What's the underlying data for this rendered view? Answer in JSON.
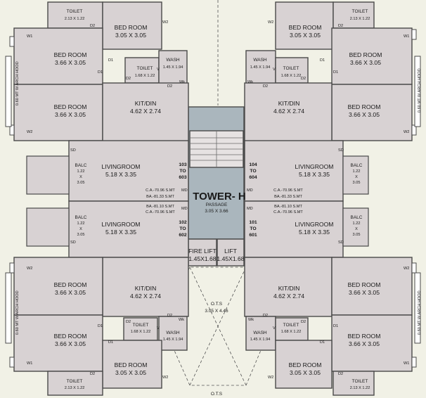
{
  "labels": {
    "bed_room": "BED ROOM",
    "toilet": "TOILET",
    "wash": "WASH",
    "kit_din": "KIT/DIN",
    "livingroom": "LIVINGROOM",
    "balc": "BALC",
    "x": "X",
    "tower": "TOWER- H",
    "passage": "PASSAGE",
    "fire_lift": "FIRE LIFT",
    "lift": "LIFT",
    "ots": "O.T.S",
    "arch_hood": "0.60 MT W ARCH HOOD",
    "w1": "W1",
    "w2": "W2",
    "d1": "D1",
    "d2": "D2",
    "v": "V",
    "wk": "Wk",
    "sd": "SD",
    "md": "MD",
    "to": "TO"
  },
  "dims": {
    "bed_small": "3.05 X 3.05",
    "bed_large": "3.66 X 3.05",
    "toilet_1": "2.13 X 1.22",
    "toilet_2": "1.68 X 1.22",
    "wash": "1.45 X 1.94",
    "kit_din": "4.62 X 2.74",
    "living": "5.18 X 3.35",
    "balc_w": "1.22",
    "balc_h": "3.05",
    "passage": "3.05 X 3.66",
    "lift": "1.45X1.68",
    "ots": "3.05 X 4.46"
  },
  "flats": {
    "top_left": {
      "no_a": "103",
      "no_b": "603"
    },
    "top_right": {
      "no_a": "104",
      "no_b": "604"
    },
    "bottom_left": {
      "no_a": "102",
      "no_b": "602"
    },
    "bottom_right": {
      "no_a": "101",
      "no_b": "601"
    }
  },
  "areas": {
    "top_left": {
      "ca": "C.A.-70.96 S.MT",
      "ba": "BA.-81.33 S.MT"
    },
    "top_right": {
      "ca": "C.A.-70.96 S.MT",
      "ba": "BA.-81.33 S.MT"
    },
    "bottom_left": {
      "ba": "BA.-81.10 S.MT",
      "ca": "C.A.-70.96 S.MT"
    },
    "bottom_right": {
      "ba": "BA.-81.10 S.MT",
      "ca": "C.A.-70.96 S.MT"
    }
  }
}
